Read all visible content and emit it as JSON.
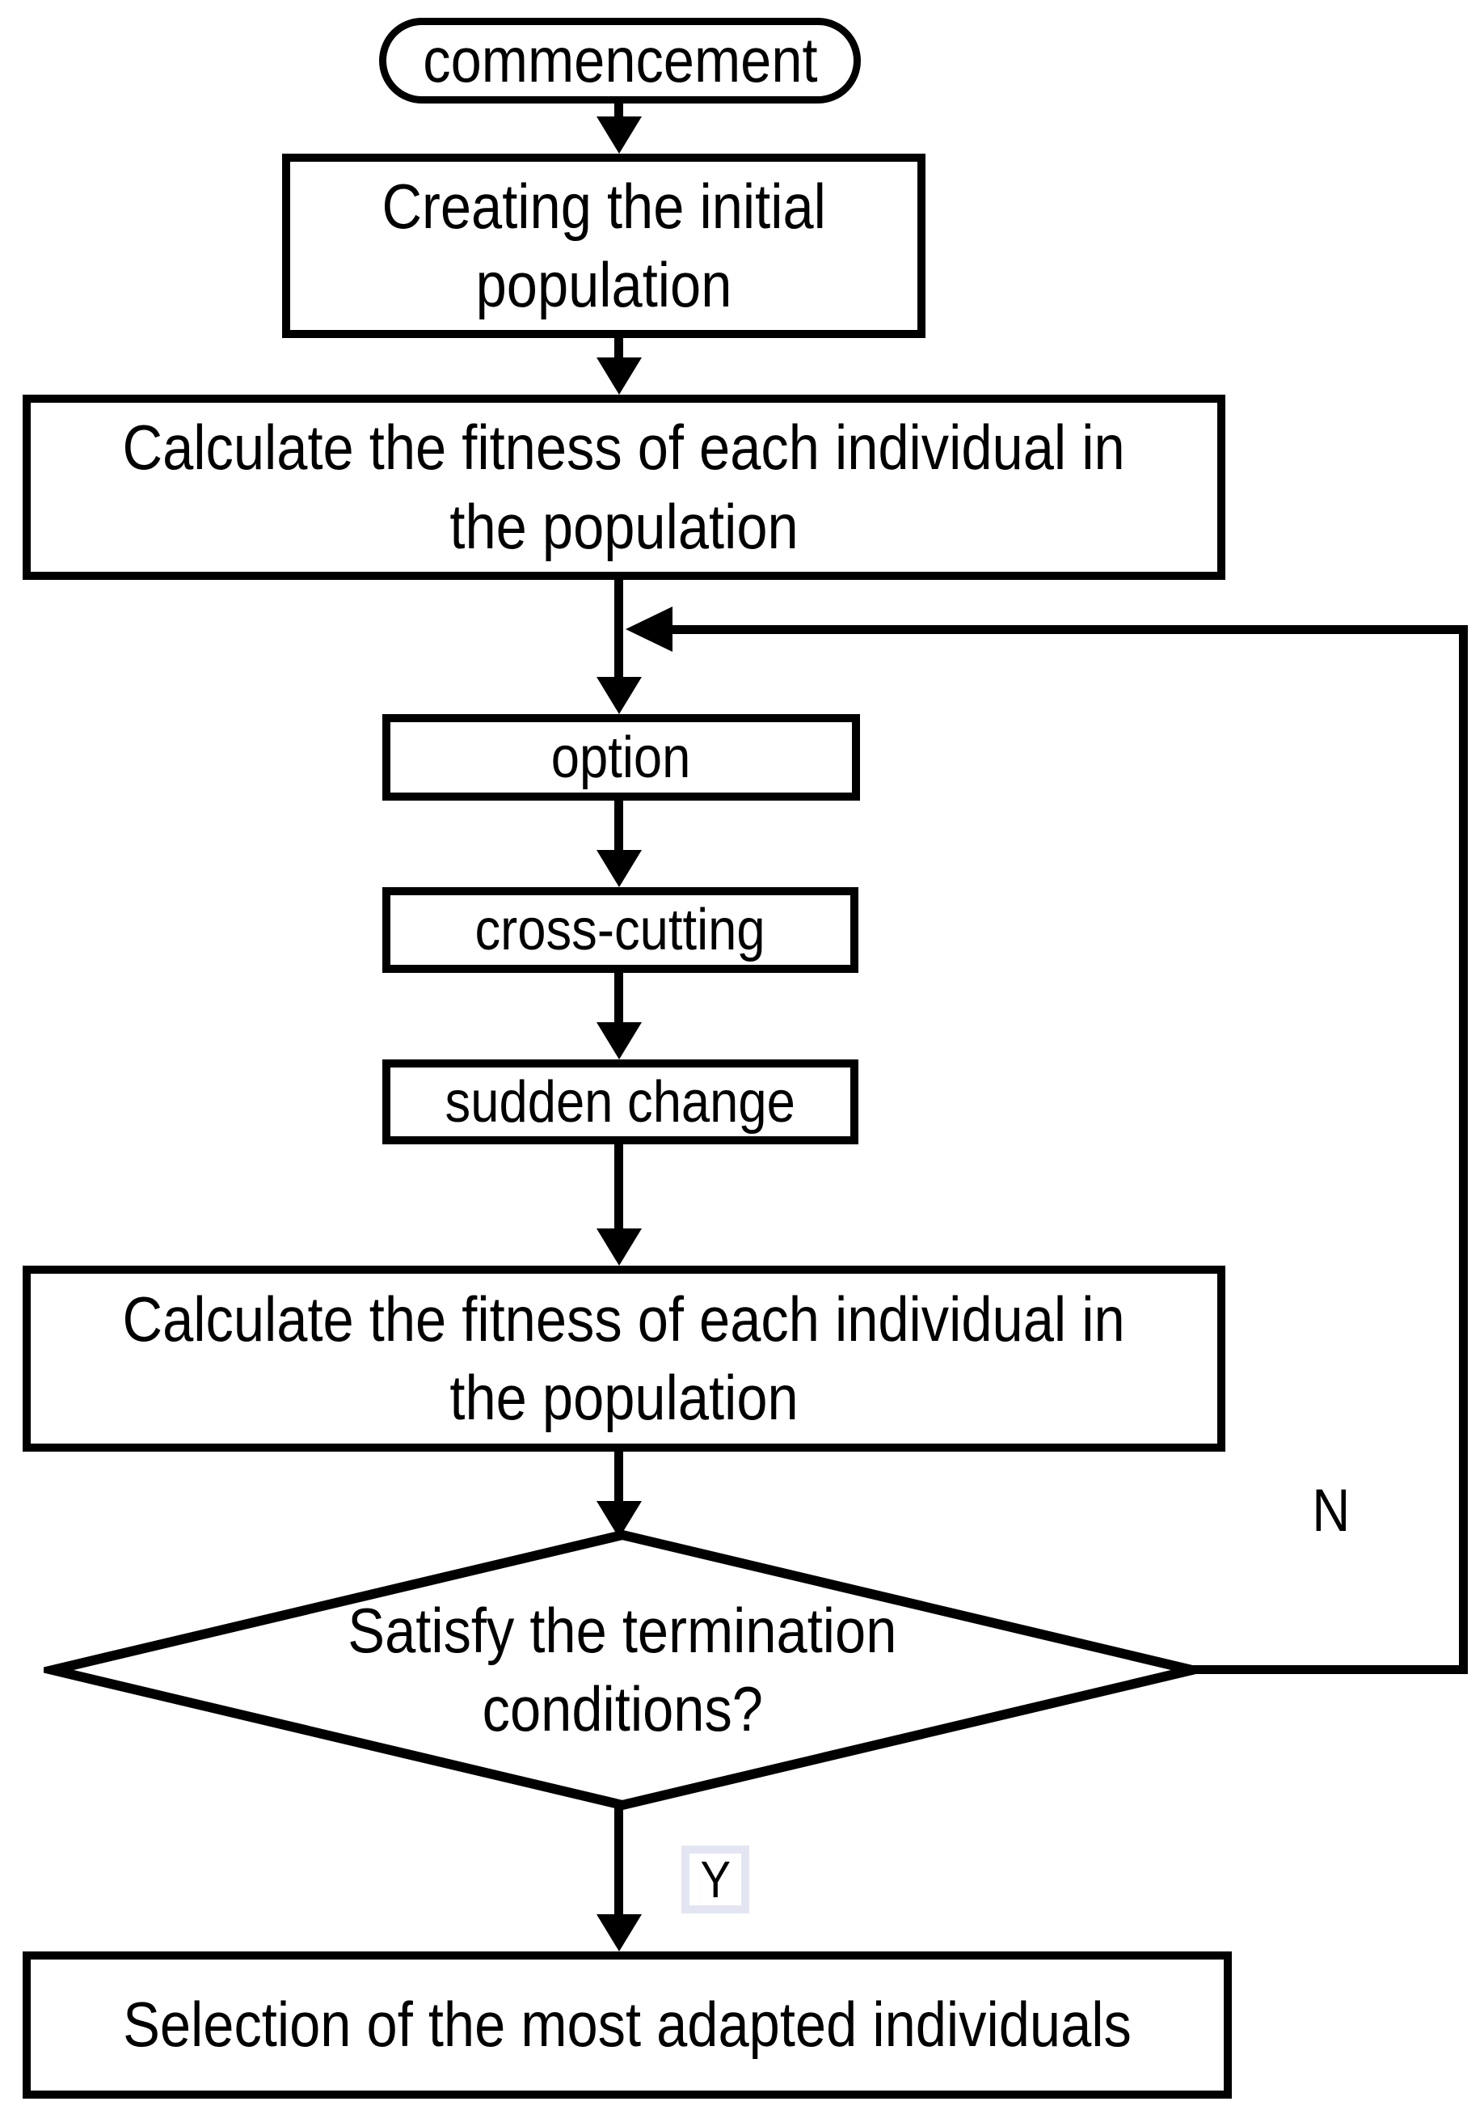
{
  "colors": {
    "stroke": "#000000",
    "background": "#ffffff",
    "yes_highlight_border": "#e3e6f2"
  },
  "flowchart": {
    "type": "flowchart",
    "nodes": {
      "start": {
        "shape": "stadium",
        "lines": [
          "commencement"
        ]
      },
      "create_population": {
        "shape": "rect",
        "lines": [
          "Creating the initial",
          "population"
        ]
      },
      "fitness_initial": {
        "shape": "rect",
        "lines": [
          "Calculate the fitness of each individual in",
          "the population"
        ]
      },
      "option": {
        "shape": "rect",
        "lines": [
          "option"
        ]
      },
      "cross_cutting": {
        "shape": "rect",
        "lines": [
          "cross-cutting"
        ]
      },
      "sudden_change": {
        "shape": "rect",
        "lines": [
          "sudden change"
        ]
      },
      "fitness_new": {
        "shape": "rect",
        "lines": [
          "Calculate the fitness of each individual in",
          "the population"
        ]
      },
      "decision": {
        "shape": "diamond",
        "lines": [
          "Satisfy the termination",
          "conditions?"
        ]
      },
      "selection": {
        "shape": "rect",
        "lines": [
          "Selection of the most adapted individuals"
        ]
      }
    },
    "branch_labels": {
      "no": "N",
      "yes": "Y"
    }
  }
}
